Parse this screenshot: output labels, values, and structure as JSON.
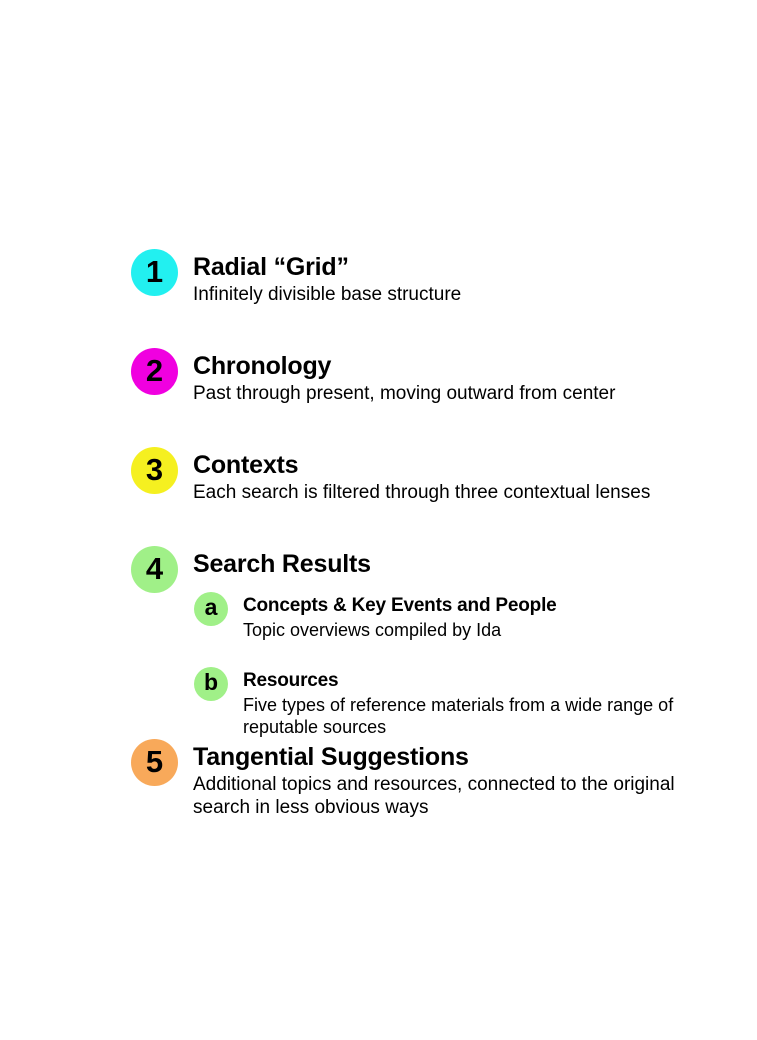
{
  "legend": {
    "items": [
      {
        "marker": "1",
        "color": "#22f0f0",
        "heading": "Radial “Grid”",
        "description": "Infinitely divisible base structure"
      },
      {
        "marker": "2",
        "color": "#f000e0",
        "heading": "Chronology",
        "description": "Past through present, moving outward from center"
      },
      {
        "marker": "3",
        "color": "#f5f020",
        "heading": "Contexts",
        "description": "Each search is filtered through three contextual lenses"
      },
      {
        "marker": "4",
        "color": "#a0f088",
        "heading": "Search Results",
        "description": "",
        "subitems": [
          {
            "marker": "a",
            "color": "#a0f088",
            "heading": "Concepts & Key Events and People",
            "description": "Topic overviews compiled by Ida"
          },
          {
            "marker": "b",
            "color": "#a0f088",
            "heading": "Resources",
            "description": "Five types of reference materials from a wide range of reputable sources"
          }
        ]
      },
      {
        "marker": "5",
        "color": "#f8a95a",
        "heading": "Tangential Suggestions",
        "description": "Additional topics and resources, connected to the original search in less obvious ways"
      }
    ]
  }
}
